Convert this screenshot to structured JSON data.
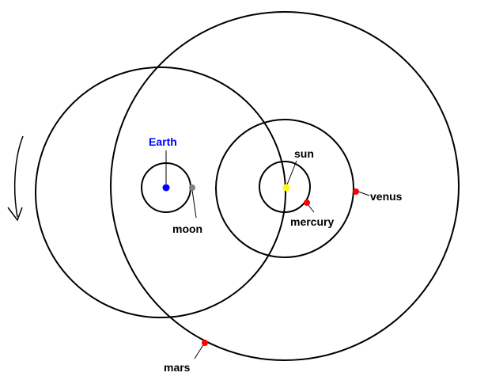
{
  "labels": {
    "earth": "Earth",
    "moon": "moon",
    "sun": "sun",
    "mercury": "mercury",
    "venus": "venus",
    "mars": "mars"
  },
  "colors": {
    "earth": "#0000ff",
    "moon": "#808080",
    "sun": "#ffff00",
    "planet": "#ff0000",
    "orbit": "#000000",
    "earth_label": "#0000ff"
  }
}
